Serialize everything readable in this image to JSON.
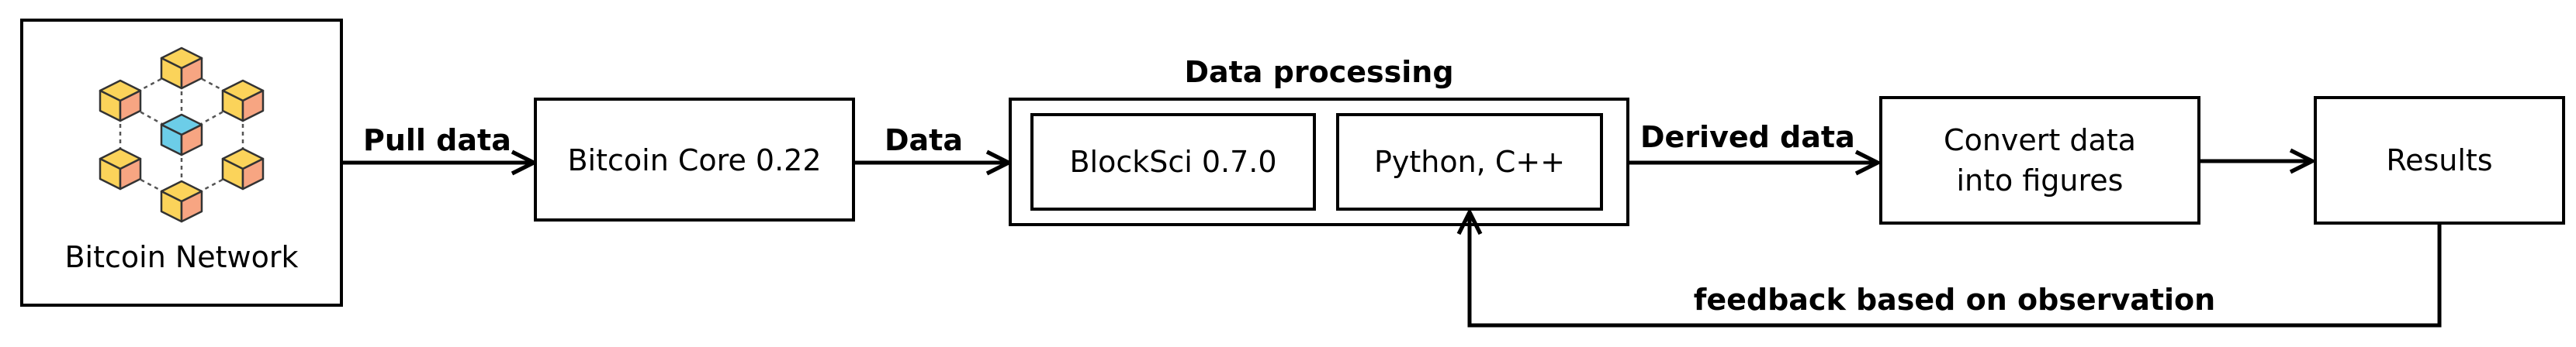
{
  "nodes": {
    "network": {
      "label": "Bitcoin Network"
    },
    "core": {
      "label": "Bitcoin Core 0.22"
    },
    "processing": {
      "title": "Data processing"
    },
    "blocksci": {
      "label": "BlockSci 0.7.0"
    },
    "python": {
      "label": "Python, C++"
    },
    "convert": {
      "line1": "Convert data",
      "line2": "into figures"
    },
    "results": {
      "label": "Results"
    }
  },
  "edges": {
    "pull": {
      "label": "Pull data"
    },
    "data": {
      "label": "Data"
    },
    "derived": {
      "label": "Derived data"
    },
    "feedback": {
      "label": "feedback based on observation"
    }
  },
  "icon": {
    "name": "blockchain-network-icon",
    "colors": {
      "yellow": "#fbd35a",
      "salmon": "#f7a582",
      "blue": "#6ccde8",
      "outline": "#333333"
    }
  }
}
